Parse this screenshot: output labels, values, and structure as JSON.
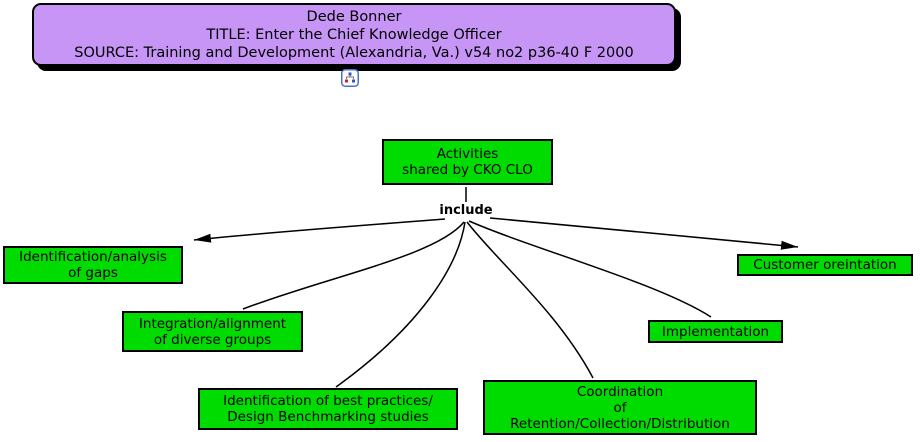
{
  "header": {
    "lines": [
      "Dede Bonner",
      "TITLE: Enter the Chief Knowledge Officer",
      "SOURCE: Training and Development (Alexandria, Va.) v54 no2 p36-40 F 2000"
    ],
    "bg_color": "#c695f5",
    "icon": "org-chart-icon"
  },
  "concept_map": {
    "node_color": "#00db00",
    "linking_phrase": "include",
    "root": {
      "lines": [
        "Activities",
        "shared by CKO CLO"
      ]
    },
    "children": [
      {
        "id": "gaps",
        "lines": [
          "Identification/analysis",
          "of gaps"
        ],
        "arrow": true
      },
      {
        "id": "integration",
        "lines": [
          "Integration/alignment",
          "of diverse groups"
        ],
        "arrow": false
      },
      {
        "id": "best_practices",
        "lines": [
          "Identification of best practices/",
          "Design Benchmarking studies"
        ],
        "arrow": false
      },
      {
        "id": "coordination",
        "lines": [
          "Coordination",
          "of",
          "Retention/Collection/Distribution"
        ],
        "arrow": false
      },
      {
        "id": "implementation",
        "lines": [
          "Implementation"
        ],
        "arrow": false
      },
      {
        "id": "customer",
        "lines": [
          "Customer oreintation"
        ],
        "arrow": true
      }
    ]
  }
}
